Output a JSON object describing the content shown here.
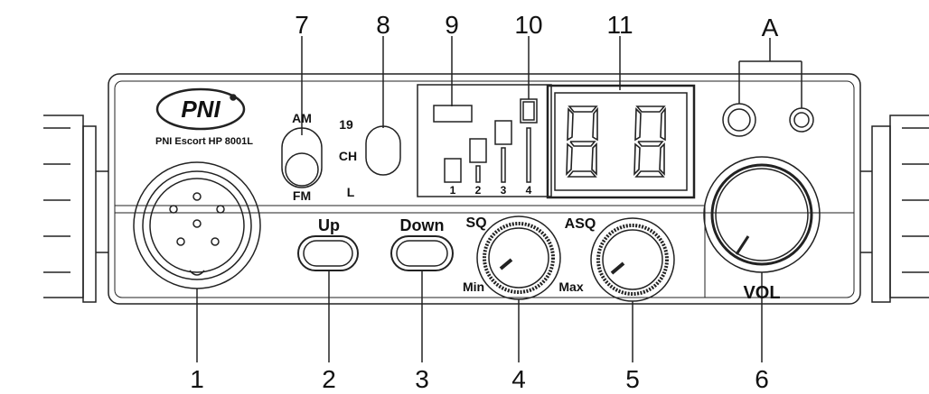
{
  "brand": {
    "logo_text": "PNI",
    "model": "PNI Escort HP 8001L"
  },
  "callouts": {
    "c1": "1",
    "c2": "2",
    "c3": "3",
    "c4": "4",
    "c5": "5",
    "c6": "6",
    "c7": "7",
    "c8": "8",
    "c9": "9",
    "c10": "10",
    "c11": "11",
    "cA": "A"
  },
  "switches": {
    "am": "AM",
    "fm": "FM",
    "ch19": "19",
    "ch": "CH",
    "l": "L"
  },
  "lcd": {
    "bar1": "1",
    "bar2": "2",
    "bar3": "3",
    "bar4": "4"
  },
  "buttons": {
    "up": "Up",
    "down": "Down"
  },
  "knobs": {
    "sq": "SQ",
    "asq": "ASQ",
    "min": "Min",
    "max": "Max",
    "vol": "VOL"
  },
  "display": {
    "digits": "88"
  }
}
